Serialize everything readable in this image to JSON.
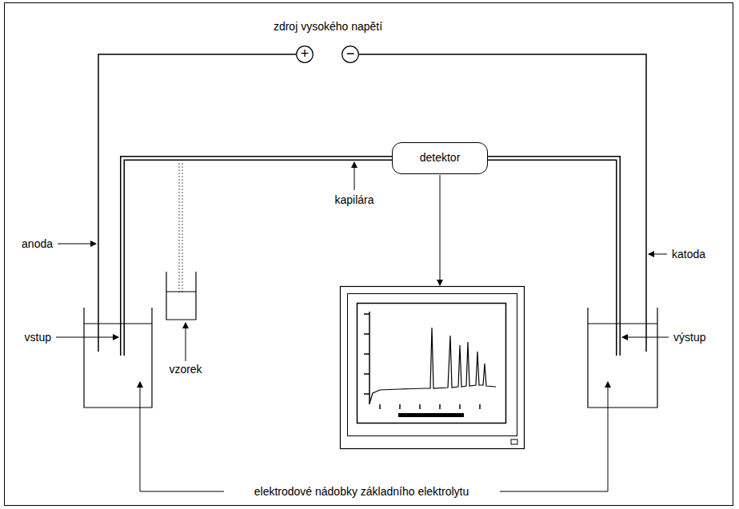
{
  "diagram": {
    "nodes": [
      {
        "text": [
          "+"
        ]
      },
      {
        "text": [
          "−"
        ]
      },
      {
        "text": [
          "detektor"
        ]
      }
    ],
    "labels": [
      "zdroj vysokého napětí",
      "anoda",
      "katoda",
      "kapilára",
      "vstup",
      "výstup",
      "vzorek",
      "elektrodové nádobky základního elektrolytu"
    ]
  }
}
